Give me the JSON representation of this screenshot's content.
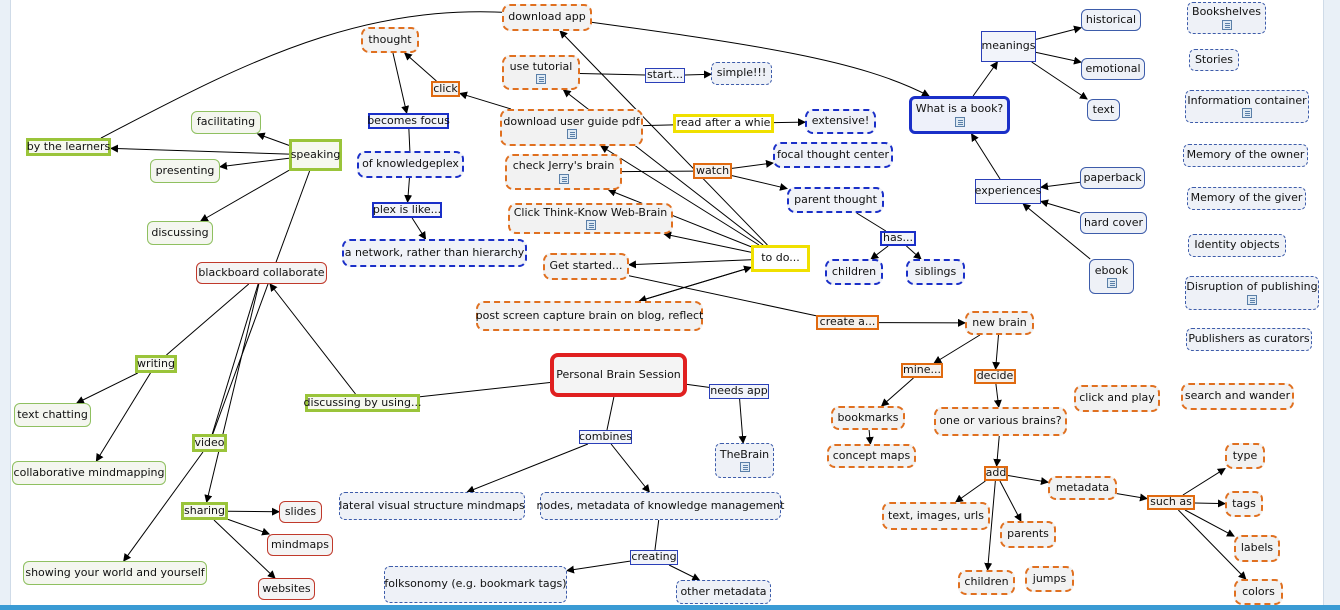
{
  "nodes": {
    "by_the_learners": "by the learners",
    "facilitating": "facilitating",
    "speaking": "speaking",
    "presenting": "presenting",
    "discussing": "discussing",
    "blackboard": "blackboard collaborate",
    "writing": "writing",
    "text_chatting": "text chatting",
    "collab_mindmapping": "collaborative mindmapping",
    "video": "video",
    "sharing": "sharing",
    "slides": "slides",
    "mindmaps": "mindmaps",
    "websites": "websites",
    "showing_world": "showing your world and yourself",
    "discussing_by_using": "discussing by using...",
    "thought": "thought",
    "click": "click",
    "becomes_focus": "becomes focus",
    "of_knowledgeplex": "of knowledgeplex",
    "plex_is_like": "plex is like...",
    "network": "a network, rather than hierarchy",
    "download_app": "download app",
    "use_tutorial": "use tutorial",
    "start": "start...",
    "simple": "simple!!!",
    "download_guide": "download user guide pdf",
    "read_after": "read after a whie",
    "extensive": "extensive!",
    "check_jerry": "check Jerry's brain",
    "watch": "watch",
    "focal_center": "focal thought center",
    "parent_thought": "parent thought",
    "has": "has...",
    "children_top": "children",
    "siblings": "siblings",
    "think_know": "Click Think-Know Web-Brain",
    "to_do": "to do...",
    "get_started": "Get started...",
    "post_capture": "post screen capture brain on blog, reflect",
    "pbs": "Personal Brain Session",
    "needs_app": "needs app",
    "thebrain": "TheBrain",
    "combines": "combines",
    "lateral": "lateral visual structure mindmaps",
    "nodes_meta": "nodes, metadata of knowledge management",
    "creating": "creating",
    "folksonomy": "folksonomy (e.g. bookmark tags)",
    "other_meta": "other metadata",
    "what_is_book": "What is a book?",
    "meanings": "meanings",
    "historical": "historical",
    "emotional": "emotional",
    "text": "text",
    "experiences": "experiences",
    "paperback": "paperback",
    "hard_cover": "hard cover",
    "ebook": "ebook",
    "create_a": "create a...",
    "new_brain": "new brain",
    "mine": "mine...",
    "decide": "decide",
    "bookmarks": "bookmarks",
    "concept_maps": "concept maps",
    "one_or_various": "one or various brains?",
    "click_play": "click and play",
    "search_wander": "search and wander",
    "add": "add",
    "metadata": "metadata",
    "such_as": "such as",
    "text_images": "text, images, urls",
    "parents": "parents",
    "children_bottom": "children",
    "jumps": "jumps",
    "type": "type",
    "tags": "tags",
    "labels": "labels",
    "colors": "colors",
    "bookshelves": "Bookshelves",
    "stories": "Stories",
    "info_container": "Information container",
    "memory_owner": "Memory of the owner",
    "memory_giver": "Memory of the giver",
    "identity": "Identity objects",
    "disruption": "Disruption of publishing",
    "publishers": "Publishers as curators"
  },
  "icons": {
    "note": "note-icon"
  },
  "colors": {
    "edge": "#000000",
    "orange": "#e07020",
    "blue": "#1a2fc8",
    "green": "#9ac43a",
    "red": "#e02020",
    "yellow": "#f0e000"
  }
}
